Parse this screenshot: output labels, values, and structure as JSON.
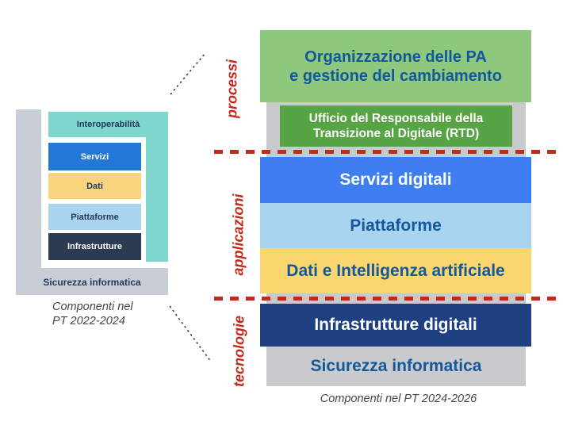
{
  "colors": {
    "red_accent": "#c12a1d",
    "teal": "#7ed6cc",
    "gray_left_frame": "#c9cdd5",
    "gray_right_strip": "#c8cacb",
    "green_light": "#8dc87d",
    "green_dark": "#57a445",
    "blue_bright": "#3e7ef0",
    "blue_left": "#2577d7",
    "blue_light": "#a9d4f0",
    "yellow": "#fbd56e",
    "navy_left": "#2b3b54",
    "navy_right": "#1e4080",
    "heading_blue": "#14589c",
    "caption_gray": "#474747"
  },
  "left_diagram": {
    "interoperabilita": "Interoperabilità",
    "servizi": "Servizi",
    "dati": "Dati",
    "piattaforme": "Piattaforme",
    "infrastrutture": "Infrastrutture",
    "sicurezza": "Sicurezza informatica",
    "caption_line1": "Componenti nel",
    "caption_line2": "PT 2022-2024"
  },
  "right_diagram": {
    "labels": {
      "processi": "processi",
      "applicazioni": "applicazioni",
      "tecnologie": "tecnologie"
    },
    "organizzazione_line1": "Organizzazione delle PA",
    "organizzazione_line2": "e gestione del cambiamento",
    "rtd_line1": "Ufficio del Responsabile della",
    "rtd_line2": "Transizione al Digitale (RTD)",
    "servizi_digitali": "Servizi digitali",
    "piattaforme": "Piattaforme",
    "dati_ia": "Dati e Intelligenza artificiale",
    "infrastrutture_digitali": "Infrastrutture digitali",
    "sicurezza_informatica": "Sicurezza informatica",
    "caption": "Componenti nel PT 2024-2026"
  }
}
